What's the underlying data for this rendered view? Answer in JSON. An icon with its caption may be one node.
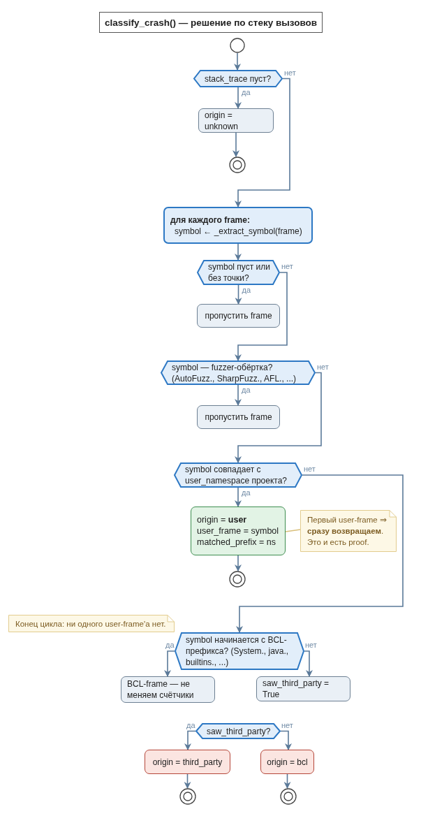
{
  "diagram": {
    "title": "classify_crash() — решение по стеку вызовов",
    "nodes": [
      {
        "text": [],
        "shape": "circle"
      },
      {
        "text": [
          "stack_trace пуст?"
        ]
      },
      {
        "text": [
          "origin = unknown"
        ]
      },
      {
        "text": [],
        "shape": "circle"
      },
      {
        "text": [
          "для каждого frame:",
          "symbol ← _extract_symbol(frame)"
        ]
      },
      {
        "text": [
          "symbol пуст или без точки?"
        ]
      },
      {
        "text": [
          "пропустить frame"
        ]
      },
      {
        "text": [
          "symbol — fuzzer-обёртка? (AutoFuzz., SharpFuzz., AFL., ...)"
        ]
      },
      {
        "text": [
          "пропустить frame"
        ]
      },
      {
        "text": [
          "symbol совпадает с user_namespace проекта?"
        ]
      },
      {
        "text": [
          "origin = **user**",
          "user_frame = symbol",
          "matched_prefix = ns"
        ]
      },
      {
        "text": [
          "Первый user-frame ⇒ **сразу возвращаем**. Это и есть proof."
        ]
      },
      {
        "text": [],
        "shape": "circle"
      },
      {
        "text": [
          "Конец цикла: ни одного user-frame'а нет."
        ]
      },
      {
        "text": [
          "symbol начинается с BCL-префикса? (System., java., builtins., ...)"
        ]
      },
      {
        "text": [
          "BCL-frame — не меняем счётчики"
        ]
      },
      {
        "text": [
          "saw_third_party = True"
        ]
      },
      {
        "text": [
          "saw_third_party?"
        ]
      },
      {
        "text": [
          "origin = third_party"
        ]
      },
      {
        "text": [
          "origin = bcl"
        ]
      },
      {
        "text": [],
        "shape": "circle"
      },
      {
        "text": [],
        "shape": "circle"
      }
    ],
    "edges": [
      {
        "from": 0,
        "to": 1,
        "arrow": "to"
      },
      {
        "from": 1,
        "to": 2,
        "arrow": "to",
        "label": "да"
      },
      {
        "from": 2,
        "to": 3,
        "arrow": "to"
      },
      {
        "from": 1,
        "to": 4,
        "arrow": "to",
        "label": "нет"
      },
      {
        "from": 4,
        "to": 5,
        "arrow": "to"
      },
      {
        "from": 5,
        "to": 6,
        "arrow": "to",
        "label": "да"
      },
      {
        "from": 5,
        "to": 7,
        "arrow": "to",
        "label": "нет"
      },
      {
        "from": 7,
        "to": 8,
        "arrow": "to",
        "label": "да"
      },
      {
        "from": 7,
        "to": 9,
        "arrow": "to",
        "label": "нет"
      },
      {
        "from": 9,
        "to": 10,
        "arrow": "to",
        "label": "да"
      },
      {
        "from": 10,
        "to": 12,
        "arrow": "to"
      },
      {
        "from": 11,
        "to": 10,
        "arrow": "none",
        "color": "#d9bf7a"
      },
      {
        "from": 9,
        "to": 14,
        "arrow": "to",
        "label": "нет"
      },
      {
        "from": 14,
        "to": 15,
        "arrow": "to",
        "label": "да"
      },
      {
        "from": 14,
        "to": 16,
        "arrow": "to",
        "label": "нет"
      },
      {
        "from": 17,
        "to": 18,
        "arrow": "to",
        "label": "да"
      },
      {
        "from": 17,
        "to": 19,
        "arrow": "to",
        "label": "нет"
      },
      {
        "from": 18,
        "to": 20,
        "arrow": "to"
      },
      {
        "from": 19,
        "to": 21,
        "arrow": "to"
      }
    ]
  }
}
